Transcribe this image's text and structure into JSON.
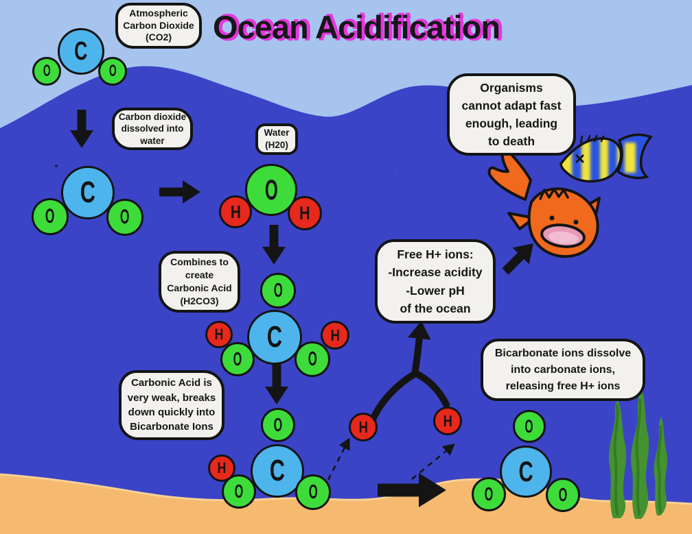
{
  "title": "Ocean Acidification",
  "colors": {
    "sky": "#a6c4ee",
    "ocean": "#3b44c7",
    "sand": "#f5ba70",
    "sand_edge": "#f9d194",
    "outline": "#141414",
    "bubble_fill": "#f2f1ee",
    "carbon": "#4db5ec",
    "oxygen": "#3edc3a",
    "hydrogen": "#e7281c",
    "title_text": "#17171a",
    "title_shadow": "#e636dd",
    "seaweed": "#459231",
    "seaweed_shadow": "#2f751f",
    "fish_orange": "#f0691d",
    "fish_yellow": "#f0e43c",
    "fish_blue": "#2b52e2",
    "mouth_pink": "#e79ab8",
    "mouth_inner": "#f2bdd2"
  },
  "bubbles": {
    "atmospheric_co2": {
      "lines": [
        "Atmospheric",
        "Carbon Dioxide",
        "(CO2)"
      ]
    },
    "dissolved": {
      "lines": [
        "Carbon dioxide",
        "dissolved into",
        "water"
      ]
    },
    "water": {
      "lines": [
        "Water",
        "(H20)"
      ]
    },
    "combines": {
      "lines": [
        "Combines to",
        "create",
        "Carbonic Acid",
        "(H2CO3)"
      ]
    },
    "weak_acid": {
      "lines": [
        "Carbonic Acid is",
        "very weak, breaks",
        "down quickly  into",
        "Bicarbonate Ions"
      ]
    },
    "free_ions": {
      "lines": [
        "Free H+ ions:",
        "-Increase acidity",
        "-Lower pH",
        "of the ocean"
      ]
    },
    "organisms": {
      "lines": [
        "Organisms",
        "cannot adapt fast",
        "enough, leading",
        "to death"
      ]
    },
    "bicarbonate": {
      "lines": [
        "Bicarbonate ions dissolve",
        "into carbonate ions,",
        "releasing free H+ ions"
      ]
    }
  },
  "molecules": {
    "co2_atmospheric": {
      "atoms": [
        "C",
        "O",
        "O"
      ]
    },
    "co2_dissolved": {
      "atoms": [
        "C",
        "O",
        "O"
      ]
    },
    "water": {
      "atoms": [
        "H",
        "H",
        "O"
      ]
    },
    "carbonic_acid": {
      "atoms": [
        "C",
        "H",
        "H",
        "O",
        "O",
        "O"
      ]
    },
    "bicarbonate": {
      "atoms": [
        "C",
        "H",
        "O",
        "O",
        "O"
      ]
    },
    "free_hydrogen_1": {
      "atoms": [
        "H"
      ]
    },
    "free_hydrogen_2": {
      "atoms": [
        "H"
      ]
    },
    "carbonate": {
      "atoms": [
        "C",
        "O",
        "O",
        "O"
      ]
    }
  }
}
